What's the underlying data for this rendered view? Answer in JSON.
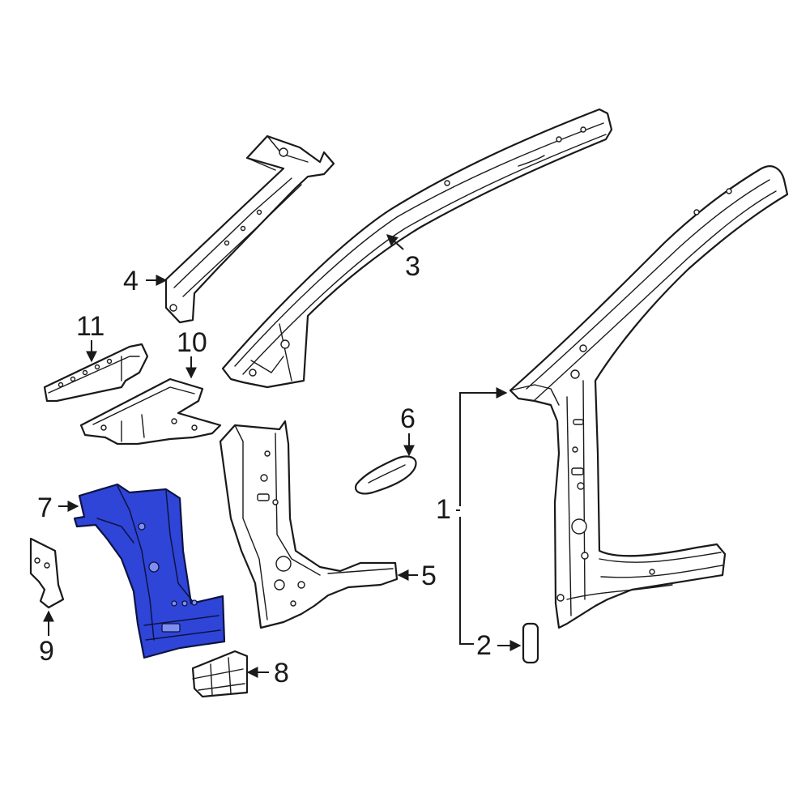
{
  "colors": {
    "line": "#1a1a1a",
    "highlight": "#2f45d8",
    "background": "#ffffff"
  },
  "callouts": {
    "c1": "1",
    "c2": "2",
    "c3": "3",
    "c4": "4",
    "c5": "5",
    "c6": "6",
    "c7": "7",
    "c8": "8",
    "c9": "9",
    "c10": "10",
    "c11": "11"
  },
  "highlighted_part": "7"
}
